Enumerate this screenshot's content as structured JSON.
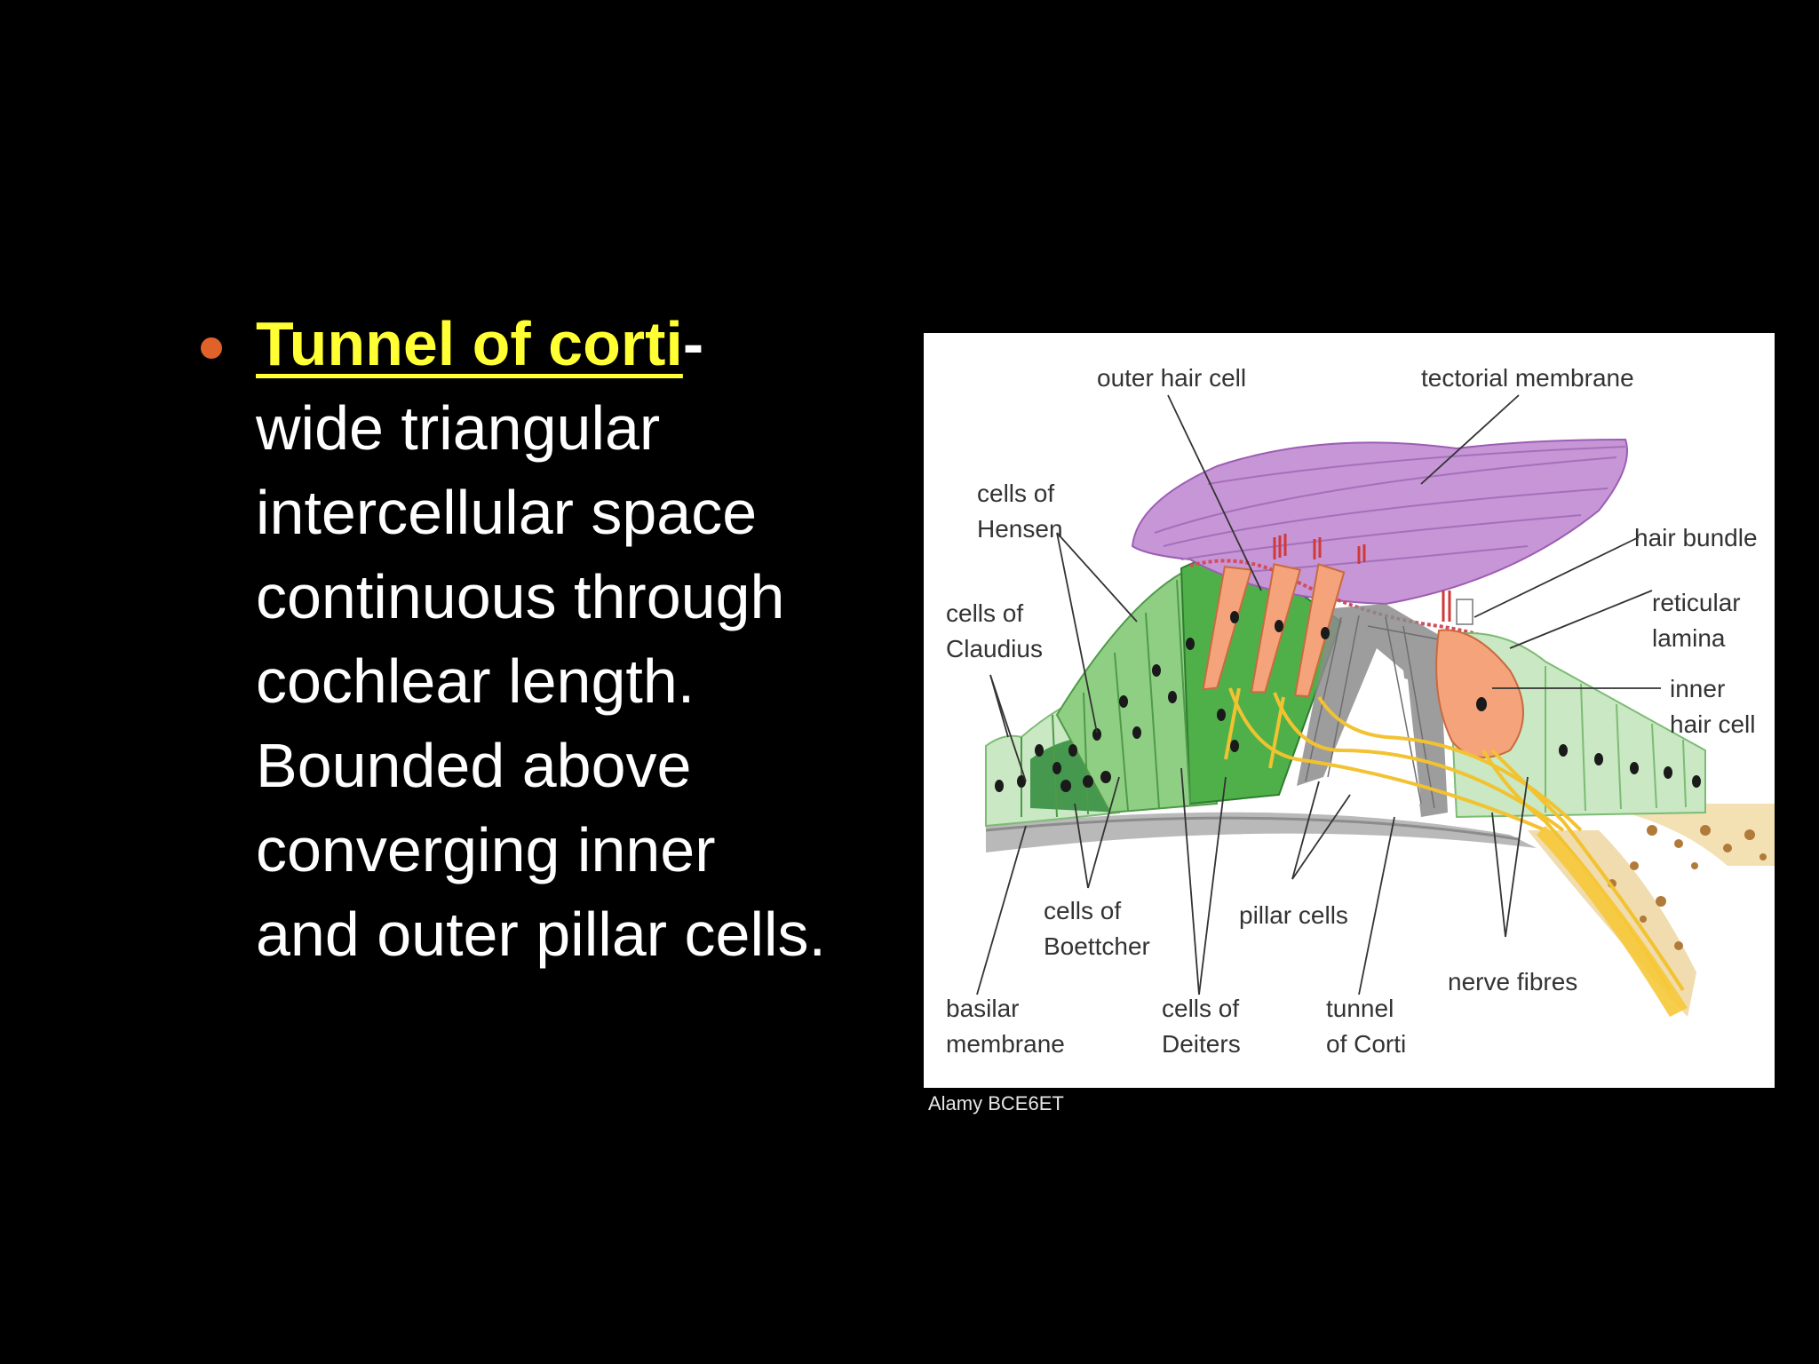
{
  "bullet": {
    "heading": "Tunnel of corti",
    "dash": "-",
    "lines": [
      "wide triangular",
      "intercellular space",
      "continuous through",
      "cochlear length.",
      "Bounded above",
      "converging inner",
      "and outer pillar cells."
    ]
  },
  "figure": {
    "labels": {
      "outer_hair_cell": "outer hair cell",
      "tectorial_membrane": "tectorial membrane",
      "cells_of_hensen_1": "cells of",
      "cells_of_hensen_2": "Hensen",
      "hair_bundle": "hair bundle",
      "cells_of_claudius_1": "cells of",
      "cells_of_claudius_2": "Claudius",
      "reticular_lamina_1": "reticular",
      "reticular_lamina_2": "lamina",
      "inner_hair_cell_1": "inner",
      "inner_hair_cell_2": "hair cell",
      "cells_of_boettcher_1": "cells of",
      "cells_of_boettcher_2": "Boettcher",
      "pillar_cells": "pillar cells",
      "nerve_fibres": "nerve fibres",
      "basilar_membrane_1": "basilar",
      "basilar_membrane_2": "membrane",
      "cells_of_deiters_1": "cells of",
      "cells_of_deiters_2": "Deiters",
      "tunnel_of_corti_1": "tunnel",
      "tunnel_of_corti_2": "of Corti"
    },
    "credit": "Alamy BCE6ET"
  }
}
